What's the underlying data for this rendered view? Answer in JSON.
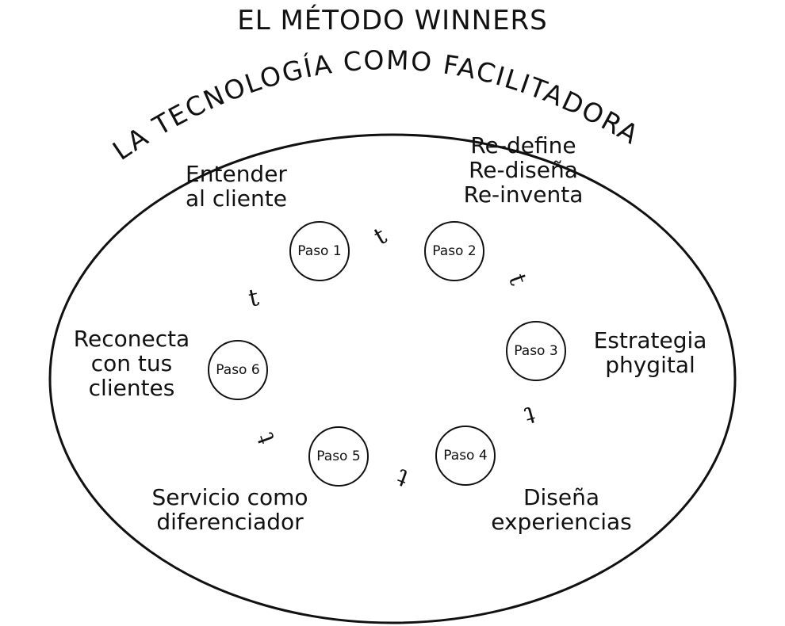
{
  "title": "EL MÉTODO WINNERS",
  "arc_title": "LA TECNOLOGÍA COMO FACILITADORA",
  "steps": [
    {
      "label": "Paso 1",
      "description": "Entender\nal cliente"
    },
    {
      "label": "Paso 2",
      "description": "Re-define\nRe-diseña\nRe-inventa"
    },
    {
      "label": "Paso 3",
      "description": "Estrategia\nphygital"
    },
    {
      "label": "Paso 4",
      "description": "Diseña\nexperiencias"
    },
    {
      "label": "Paso 5",
      "description": "Servicio como\ndiferenciador"
    },
    {
      "label": "Paso 6",
      "description": "Reconecta\ncon tus\nclientes"
    }
  ],
  "connector_symbol": "t",
  "colors": {
    "stroke": "#111111",
    "background": "#ffffff"
  }
}
